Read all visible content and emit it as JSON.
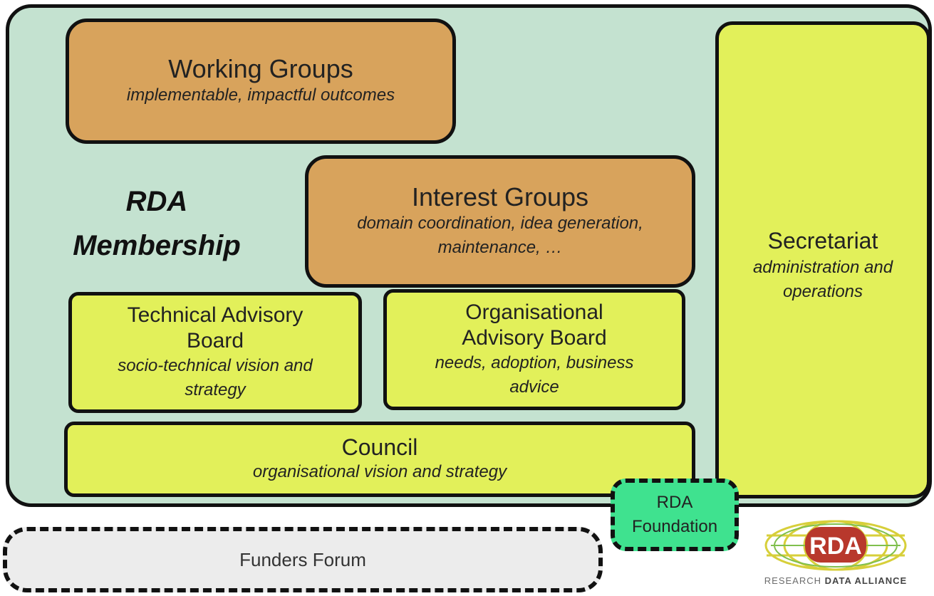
{
  "membership": {
    "line1": "RDA",
    "line2": "Membership"
  },
  "working_groups": {
    "title": "Working Groups",
    "subtitle": "implementable, impactful outcomes"
  },
  "interest_groups": {
    "title": "Interest Groups",
    "subtitle_line1": "domain coordination, idea generation,",
    "subtitle_line2": "maintenance, …"
  },
  "technical_board": {
    "title_line1": "Technical Advisory",
    "title_line2": "Board",
    "subtitle_line1": "socio-technical vision and",
    "subtitle_line2": "strategy"
  },
  "organisational_board": {
    "title_line1": "Organisational",
    "title_line2": "Advisory Board",
    "subtitle_line1": "needs, adoption, business",
    "subtitle_line2": "advice"
  },
  "council": {
    "title": "Council",
    "subtitle": "organisational vision and strategy"
  },
  "secretariat": {
    "title": "Secretariat",
    "subtitle_line1": "administration and",
    "subtitle_line2": "operations"
  },
  "foundation": {
    "line1": "RDA",
    "line2": "Foundation"
  },
  "funders": {
    "label": "Funders Forum"
  },
  "logo": {
    "mark": "RDA",
    "tagline_light": "RESEARCH",
    "tagline_bold": "DATA ALLIANCE"
  },
  "colors": {
    "background": "#c4e2d0",
    "groups": "#d8a35c",
    "boards": "#e2f05a",
    "foundation": "#3fe28f",
    "funders": "#ececec",
    "logo_red": "#b8382c"
  }
}
